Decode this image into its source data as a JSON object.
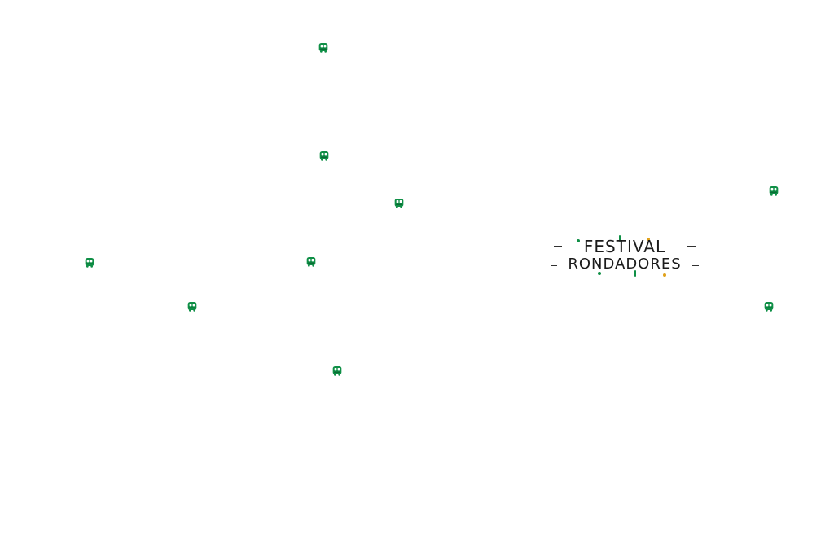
{
  "map": {
    "markers": [
      {
        "id": "bus-stop-1",
        "icon": "bus-icon"
      },
      {
        "id": "bus-stop-2",
        "icon": "bus-icon"
      },
      {
        "id": "bus-stop-3",
        "icon": "bus-icon"
      },
      {
        "id": "bus-stop-4",
        "icon": "bus-icon"
      },
      {
        "id": "bus-stop-5",
        "icon": "bus-icon"
      },
      {
        "id": "bus-stop-6",
        "icon": "bus-icon"
      },
      {
        "id": "bus-stop-7",
        "icon": "bus-icon"
      },
      {
        "id": "bus-stop-8",
        "icon": "bus-icon"
      },
      {
        "id": "bus-stop-9",
        "icon": "bus-icon"
      },
      {
        "id": "bus-stop-10",
        "icon": "bus-icon"
      }
    ],
    "marker_color": "#0f8f46",
    "marker_window_color": "#ffffff"
  },
  "logo": {
    "line1": "FESTIVAL",
    "line2": "RONDADORES",
    "text_color": "#1b1b1b",
    "accent_green": "#0f8f46",
    "accent_gold": "#e0a11a"
  }
}
